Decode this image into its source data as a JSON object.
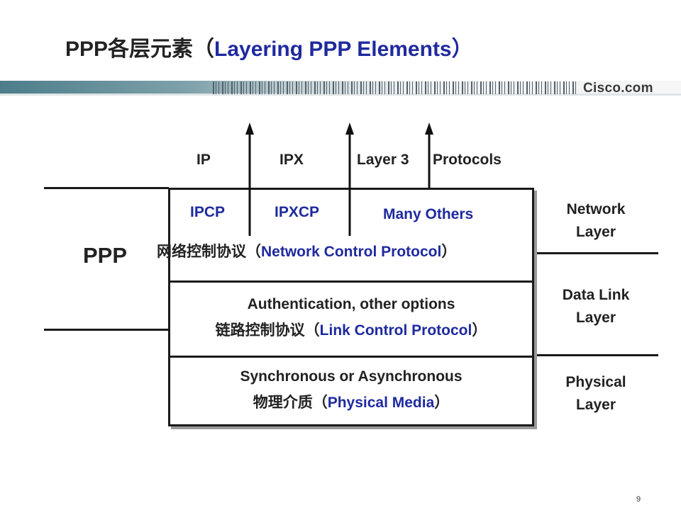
{
  "title": {
    "cn": "PPP各层元素（",
    "en": "Layering PPP Elements",
    "cn_end": "）"
  },
  "brand": "Cisco.com",
  "top_labels": {
    "ip": "IP",
    "ipx": "IPX",
    "layer3": "Layer 3",
    "protocols": "Protocols"
  },
  "ppp_label": "PPP",
  "ncp_box": {
    "ipcp": "IPCP",
    "ipxcp": "IPXCP",
    "others": "Many Others",
    "line_cn": "网络控制协议（",
    "line_en": "Network Control Protocol",
    "line_end": "）"
  },
  "lcp_box": {
    "line1": "Authentication, other options",
    "line_cn": "链路控制协议（",
    "line_en": "Link Control Protocol",
    "line_end": "）"
  },
  "phys_box": {
    "line1": "Synchronous or Asynchronous",
    "line_cn": "物理介质（",
    "line_en": "Physical Media",
    "line_end": "）"
  },
  "layers": {
    "network": [
      "Network",
      "Layer"
    ],
    "datalink": [
      "Data Link",
      "Layer"
    ],
    "physical": [
      "Physical",
      "Layer"
    ]
  },
  "page_number": "9",
  "colors": {
    "accent_blue": "#1f2a9e",
    "banner_teal": "#4c7d8a"
  }
}
